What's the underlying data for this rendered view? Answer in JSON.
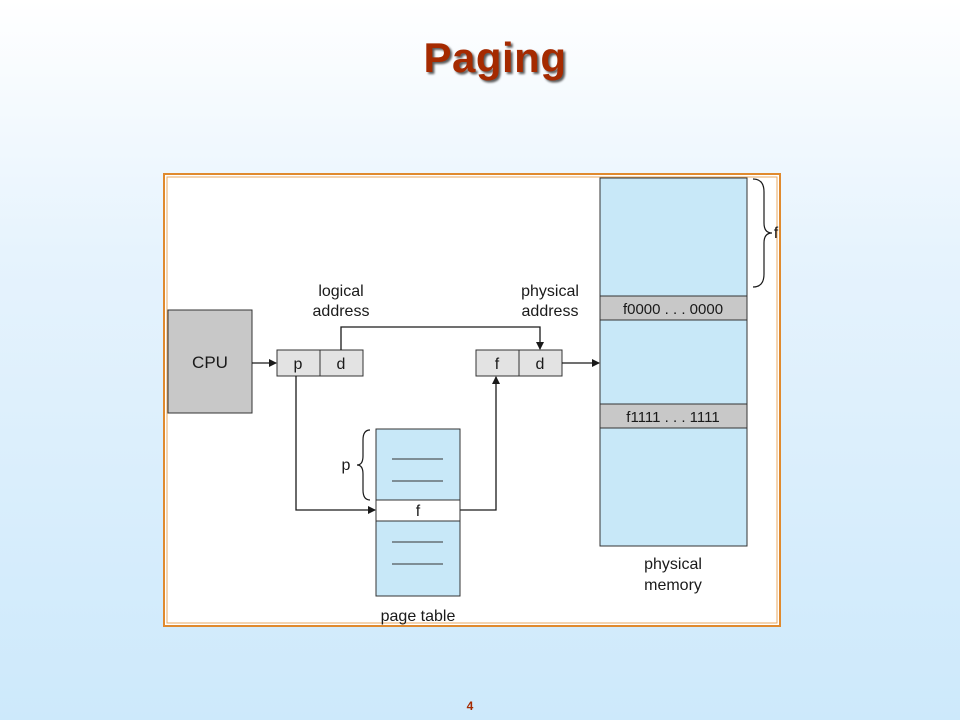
{
  "slide": {
    "title": "Paging",
    "page_number": "4"
  },
  "diagram": {
    "cpu_label": "CPU",
    "logical_address": {
      "line1": "logical",
      "line2": "address",
      "p": "p",
      "d": "d"
    },
    "physical_address": {
      "line1": "physical",
      "line2": "address",
      "f": "f",
      "d": "d"
    },
    "page_table": {
      "label": "page table",
      "brace_label": "p",
      "entry": "f"
    },
    "physical_memory": {
      "line1": "physical",
      "line2": "memory",
      "frame_start": "f0000 . . . 0000",
      "frame_end": "f1111 . . . 1111",
      "brace_label": "f"
    }
  },
  "colors": {
    "title": "#a52a00",
    "frame_border": "#e08a2e",
    "memory_fill": "#c8e8f8",
    "cpu_fill": "#c8c8c8"
  }
}
